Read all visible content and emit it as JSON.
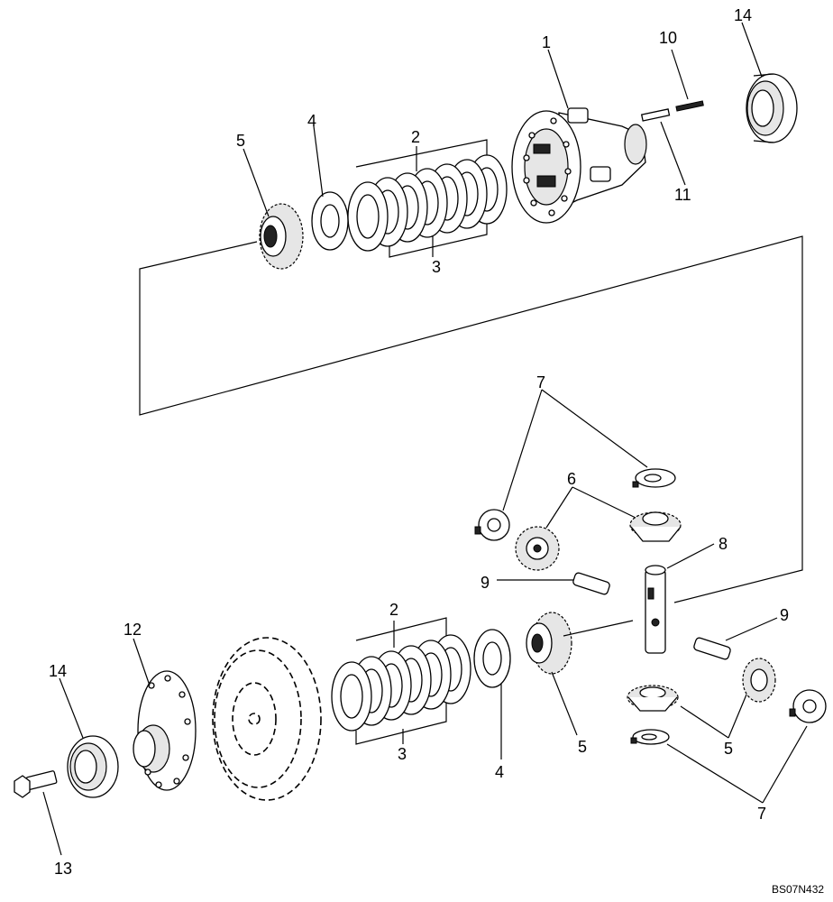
{
  "callouts": {
    "c1": "1",
    "c2a": "2",
    "c3a": "3",
    "c4a": "4",
    "c5a": "5",
    "c10": "10",
    "c11": "11",
    "c14a": "14",
    "c7a": "7",
    "c6": "6",
    "c8": "8",
    "c9a": "9",
    "c9b": "9",
    "c12": "12",
    "c14b": "14",
    "c13": "13",
    "c2b": "2",
    "c3b": "3",
    "c4b": "4",
    "c5b": "5",
    "c5c": "5",
    "c7b": "7"
  },
  "drawing_code": "BS07N432"
}
